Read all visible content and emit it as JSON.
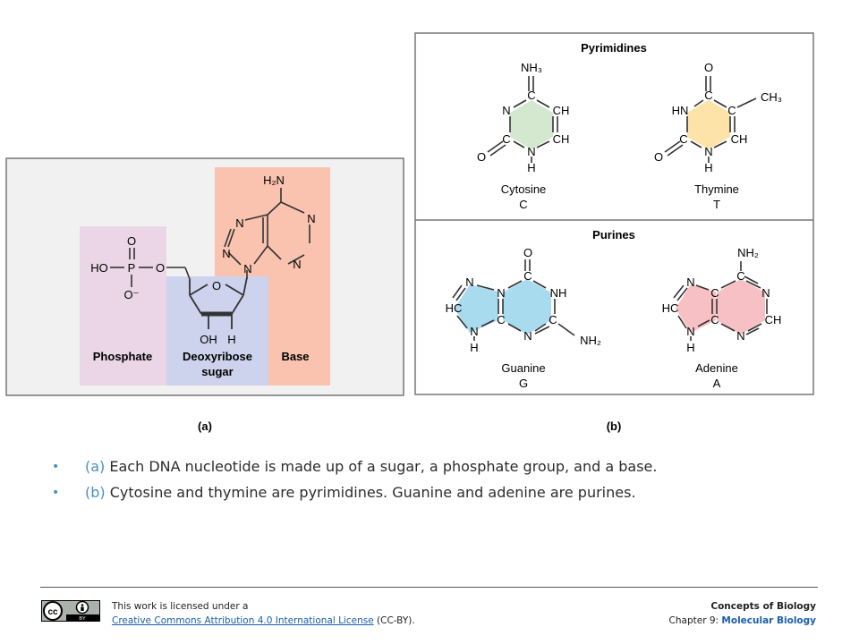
{
  "figure": {
    "panel_a": {
      "label": "(a)",
      "regions": {
        "phosphate": "Phosphate",
        "sugar_line1": "Deoxyribose",
        "sugar_line2": "sugar",
        "base": "Base"
      },
      "atoms": {
        "o_top": "O",
        "ho": "HO",
        "p": "P",
        "o_bridge": "O",
        "o_minus": "O⁻",
        "ring_o": "O",
        "oh": "OH",
        "h": "H",
        "h2n": "H₂N",
        "n1": "N",
        "n2": "N",
        "n3": "N",
        "n4": "N",
        "n5": "N"
      }
    },
    "panel_b": {
      "label": "(b)",
      "pyrimidines_title": "Pyrimidines",
      "purines_title": "Purines",
      "molecules": [
        {
          "name": "Cytosine",
          "letter": "C",
          "color": "#d4e8cf"
        },
        {
          "name": "Thymine",
          "letter": "T",
          "color": "#fde3a7"
        },
        {
          "name": "Guanine",
          "letter": "G",
          "color": "#a9dbef"
        },
        {
          "name": "Adenine",
          "letter": "A",
          "color": "#f7c0c4"
        }
      ],
      "cytosine_atoms": {
        "nh3": "NH₃",
        "c_top": "C",
        "n_left": "N",
        "ch1": "CH",
        "c_left": "C",
        "ch2": "CH",
        "o": "O",
        "n_bot": "N",
        "h": "H"
      },
      "thymine_atoms": {
        "o_top": "O",
        "c_top": "C",
        "ch3": "CH₃",
        "hn": "HN",
        "c_right": "C",
        "c_left": "C",
        "ch": "CH",
        "o": "O",
        "n_bot": "N",
        "h": "H"
      },
      "guanine_atoms": {
        "o_top": "O",
        "c_top": "C",
        "n1": "N",
        "n2": "N",
        "nh": "NH",
        "hc": "HC",
        "c1": "C",
        "c2": "C",
        "n3": "N",
        "n4": "N",
        "c3": "C",
        "nh2": "NH₂",
        "h": "H"
      },
      "adenine_atoms": {
        "nh2": "NH₂",
        "c_top": "C",
        "n1": "N",
        "n2": "N",
        "hc": "HC",
        "c1": "C",
        "c2": "C",
        "ch": "CH",
        "n3": "N",
        "n4": "N",
        "h": "H"
      }
    },
    "colors": {
      "phosphate": "#ead6e6",
      "sugar": "#cdd3ec",
      "base": "#f9c3b0",
      "panel_a_bg": "#f1f1f1",
      "border": "#777777"
    }
  },
  "bullets": [
    {
      "tag": "(a)",
      "text": "Each DNA nucleotide is made up of a sugar, a phosphate group, and a base."
    },
    {
      "tag": "(b)",
      "text": "Cytosine and thymine are pyrimidines. Guanine and adenine are purines."
    }
  ],
  "footer": {
    "license_line1": "This work is licensed under a",
    "license_link": "Creative Commons Attribution 4.0 International License",
    "license_suffix": " (CC-BY).",
    "book_title": "Concepts of Biology",
    "chapter_prefix": "Chapter 9: ",
    "chapter_name": "Molecular Biology",
    "badge_cc": "cc",
    "badge_by": "BY",
    "accent_color": "#4a90c2",
    "link_color": "#1a5fa8"
  }
}
